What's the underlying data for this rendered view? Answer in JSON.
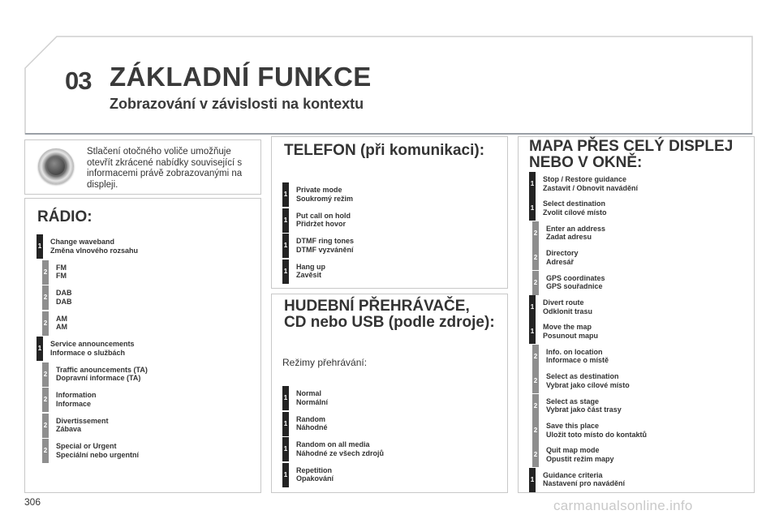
{
  "header": {
    "chapter": "03",
    "title": "ZÁKLADNÍ FUNKCE",
    "subtitle": "Zobrazování v závislosti na kontextu"
  },
  "intro": {
    "icon": "rotary-knob-icon",
    "text": "Stlačení otočného voliče umožňuje otevřít zkrácené nabídky související s informacemi právě zobrazovanými na displeji."
  },
  "radio": {
    "title": "RÁDIO:",
    "items": [
      {
        "level": "1",
        "en": "Change waveband",
        "cz": "Změna vlnového rozsahu"
      },
      {
        "level": "2",
        "en": "FM",
        "cz": "FM"
      },
      {
        "level": "2",
        "en": "DAB",
        "cz": "DAB"
      },
      {
        "level": "2",
        "en": "AM",
        "cz": "AM"
      },
      {
        "level": "1",
        "en": "Service announcements",
        "cz": "Informace o službách"
      },
      {
        "level": "2",
        "en": "Traffic anouncements (TA)",
        "cz": "Dopravní informace (TA)"
      },
      {
        "level": "2",
        "en": "Information",
        "cz": "Informace"
      },
      {
        "level": "2",
        "en": "Divertissement",
        "cz": "Zábava"
      },
      {
        "level": "2",
        "en": "Special or Urgent",
        "cz": "Speciální nebo urgentní"
      }
    ]
  },
  "phone": {
    "title": "TELEFON (při komunikaci):",
    "items": [
      {
        "level": "1",
        "en": "Private mode",
        "cz": "Soukromý režim"
      },
      {
        "level": "1",
        "en": "Put call on hold",
        "cz": "Přidržet hovor"
      },
      {
        "level": "1",
        "en": "DTMF ring tones",
        "cz": "DTMF vyzvánění"
      },
      {
        "level": "1",
        "en": "Hang up",
        "cz": "Zavěsit"
      }
    ]
  },
  "music": {
    "title_line1": "HUDEBNÍ PŘEHRÁVAČE,",
    "title_line2": "CD nebo USB (podle zdroje):",
    "modes_label": "Režimy přehrávání:",
    "items": [
      {
        "level": "1",
        "en": "Normal",
        "cz": "Normální"
      },
      {
        "level": "1",
        "en": "Random",
        "cz": "Náhodné"
      },
      {
        "level": "1",
        "en": "Random on all media",
        "cz": "Náhodné ze všech zdrojů"
      },
      {
        "level": "1",
        "en": "Repetition",
        "cz": "Opakování"
      }
    ]
  },
  "map": {
    "title_line1": "MAPA PŘES CELÝ DISPLEJ",
    "title_line2": "NEBO V OKNĚ:",
    "items": [
      {
        "level": "1",
        "en": "Stop / Restore guidance",
        "cz": "Zastavit / Obnovit navádění"
      },
      {
        "level": "1",
        "en": "Select destination",
        "cz": "Zvolit cílové místo"
      },
      {
        "level": "2",
        "en": "Enter an address",
        "cz": "Zadat adresu"
      },
      {
        "level": "2",
        "en": "Directory",
        "cz": "Adresář"
      },
      {
        "level": "2",
        "en": "GPS coordinates",
        "cz": "GPS souřadnice"
      },
      {
        "level": "1",
        "en": "Divert route",
        "cz": "Odklonit trasu"
      },
      {
        "level": "1",
        "en": "Move the map",
        "cz": "Posunout mapu"
      },
      {
        "level": "2",
        "en": "Info. on location",
        "cz": "Informace o místě"
      },
      {
        "level": "2",
        "en": "Select as destination",
        "cz": "Vybrat jako cílové místo"
      },
      {
        "level": "2",
        "en": "Select as stage",
        "cz": "Vybrat jako část trasy"
      },
      {
        "level": "2",
        "en": "Save this place",
        "cz": "Uložit toto místo do kontaktů"
      },
      {
        "level": "2",
        "en": "Quit map mode",
        "cz": "Opustit režim mapy"
      },
      {
        "level": "1",
        "en": "Guidance criteria",
        "cz": "Nastavení pro navádění"
      }
    ]
  },
  "footer": {
    "page_number": "306",
    "watermark": "carmanualsonline.info"
  }
}
